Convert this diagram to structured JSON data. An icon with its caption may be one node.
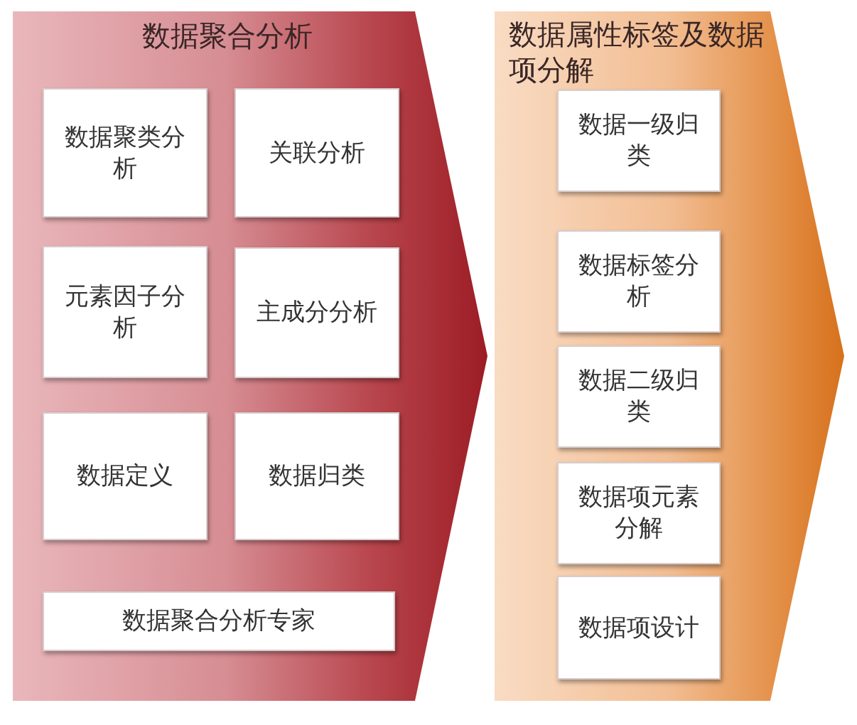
{
  "diagram": {
    "nodes": [
      {
        "text": [
          "数据聚合分析"
        ]
      },
      {
        "text": [
          "数据聚类分析"
        ],
        "in": 0
      },
      {
        "text": [
          "关联分析"
        ],
        "in": 0
      },
      {
        "text": [
          "元素因子分析"
        ],
        "in": 0
      },
      {
        "text": [
          "主成分分析"
        ],
        "in": 0
      },
      {
        "text": [
          "数据定义"
        ],
        "in": 0
      },
      {
        "text": [
          "数据归类"
        ],
        "in": 0
      },
      {
        "text": [
          "数据聚合分析专家"
        ],
        "in": 0
      },
      {
        "text": [
          "数据属性标签及数据项分解"
        ]
      },
      {
        "text": [
          "数据一级归类"
        ],
        "in": 8
      },
      {
        "text": [
          "数据标签分析"
        ],
        "in": 8
      },
      {
        "text": [
          "数据二级归类"
        ],
        "in": 8
      },
      {
        "text": [
          "数据项元素分解"
        ],
        "in": 8
      },
      {
        "text": [
          "数据项设计"
        ],
        "in": 8
      }
    ]
  }
}
